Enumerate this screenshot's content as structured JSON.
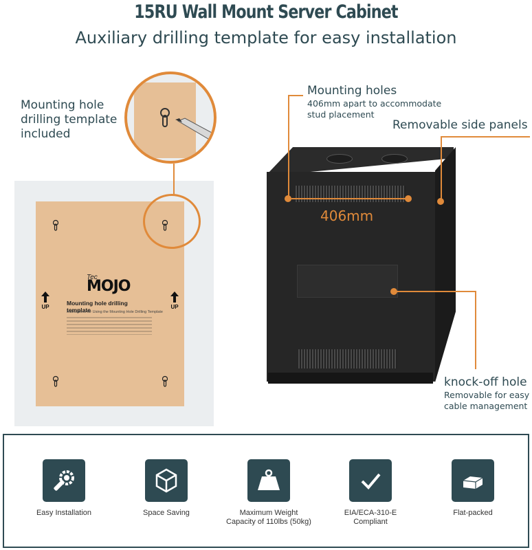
{
  "title": "15RU Wall Mount Server Cabinet",
  "subtitle": "Auxiliary drilling template for easy installation",
  "callouts": {
    "template_line1": "Mounting hole",
    "template_line2": "drilling template",
    "template_line3": "included",
    "holes_title": "Mounting holes",
    "holes_line1": "406mm apart to accommodate",
    "holes_line2": "stud placement",
    "side_panels": "Removable side panels",
    "knockoff_title": "knock-off hole",
    "knockoff_line1": "Removable for easy",
    "knockoff_line2": "cable management"
  },
  "measurement": "406mm",
  "template_sheet": {
    "brand_small": "Tec",
    "brand": "MOJO",
    "heading": "Mounting hole drilling template",
    "subheading": "Instructions for Using the Mounting Hole Drilling Template",
    "up_left": "UP",
    "up_right": "UP"
  },
  "features": [
    {
      "icon": "wrench-gear-icon",
      "line1": "Easy Installation",
      "line2": ""
    },
    {
      "icon": "cube-icon",
      "line1": "Space Saving",
      "line2": ""
    },
    {
      "icon": "weight-icon",
      "line1": "Maximum Weight",
      "line2": "Capacity of 110lbs (50kg)"
    },
    {
      "icon": "checkmark-icon",
      "line1": "EIA/ECA-310-E",
      "line2": "Compliant"
    },
    {
      "icon": "box-icon",
      "line1": "Flat-packed",
      "line2": ""
    }
  ],
  "colors": {
    "accent": "#e08a3a",
    "primary": "#2e4a52",
    "template": "#e6bf96"
  }
}
